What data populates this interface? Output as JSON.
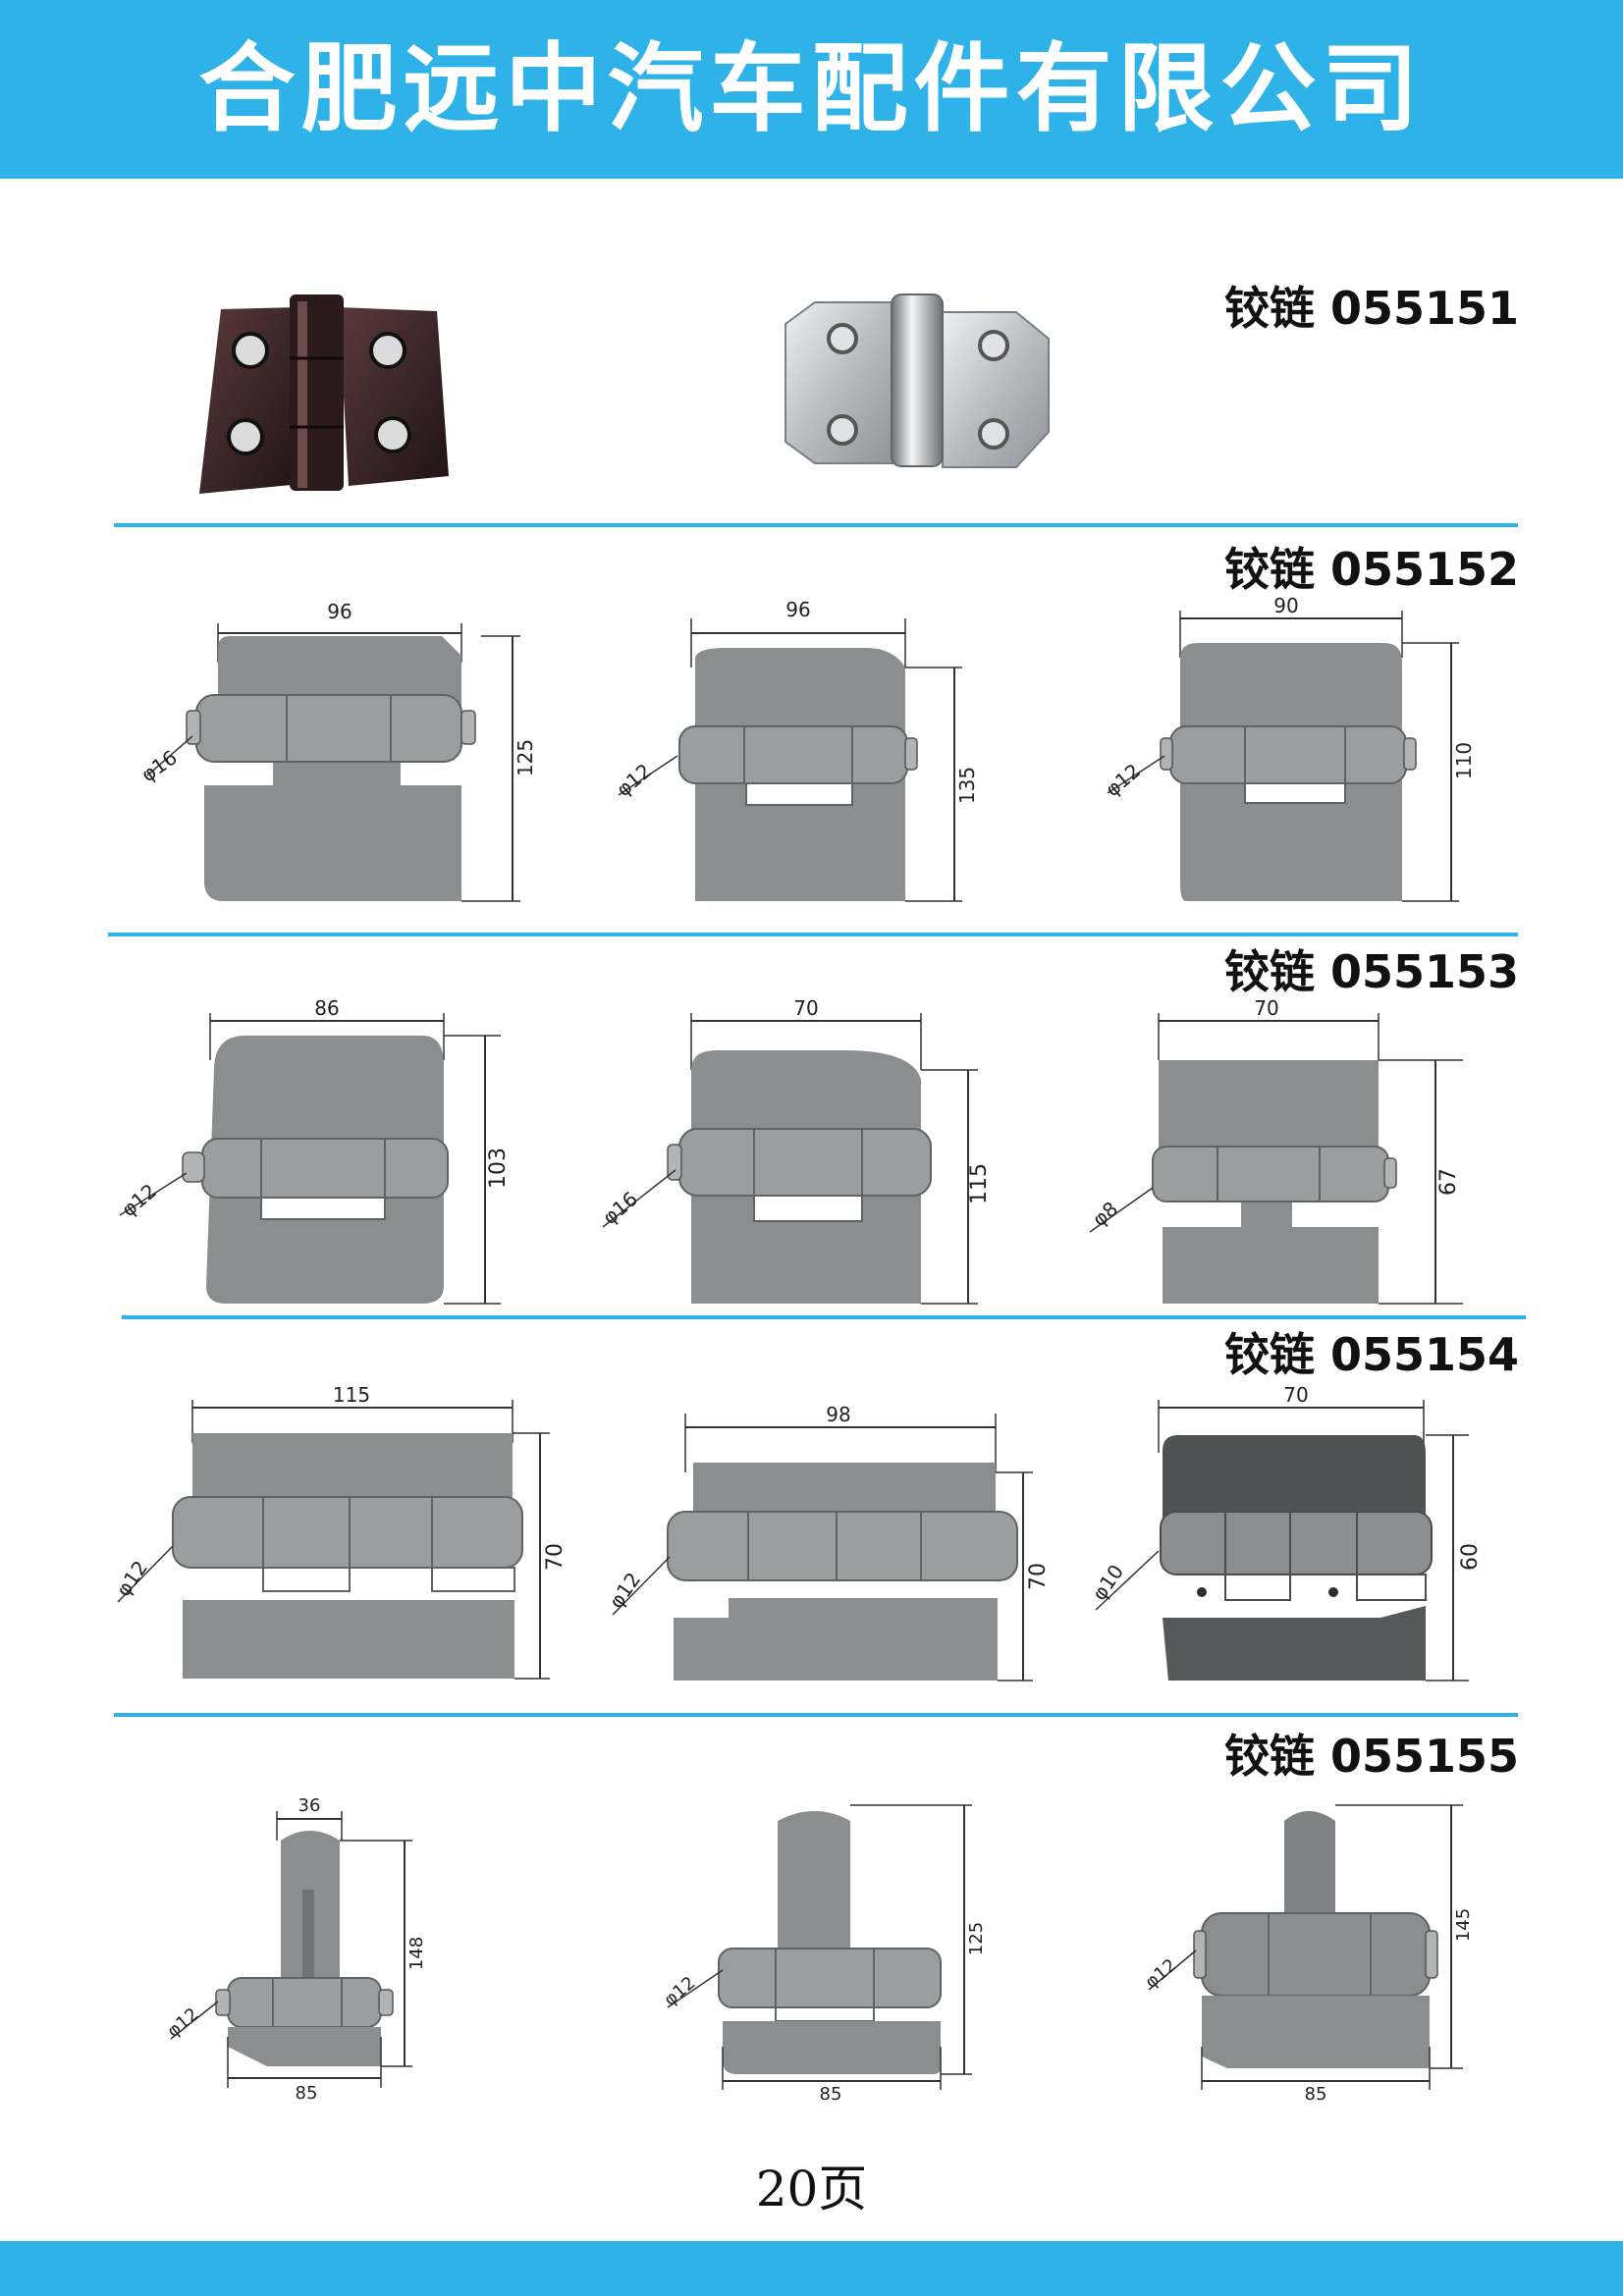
{
  "header": {
    "title": "合肥远中汽车配件有限公司"
  },
  "footer": {
    "page_number": "20页"
  },
  "colors": {
    "accent": "#2fb2e8",
    "hinge_grey": "#8a8e8e",
    "hinge_dark": "#3b2222",
    "steel": "#c9ccd0"
  },
  "sections": [
    {
      "model": "铰链 055151",
      "items": [
        {
          "kind": "photo",
          "name": "dark-plastic-hinge-photo"
        },
        {
          "kind": "photo",
          "name": "stainless-steel-hinge-photo"
        }
      ]
    },
    {
      "model": "铰链 055152",
      "items": [
        {
          "width_dim": "96",
          "height_dim": "125",
          "pin_dim": "φ16"
        },
        {
          "width_dim": "96",
          "height_dim": "135",
          "pin_dim": "φ12"
        },
        {
          "width_dim": "90",
          "height_dim": "110",
          "pin_dim": "φ12"
        }
      ]
    },
    {
      "model": "铰链 055153",
      "items": [
        {
          "width_dim": "86",
          "height_dim": "103",
          "pin_dim": "φ12"
        },
        {
          "width_dim": "70",
          "height_dim": "115",
          "pin_dim": "φ16"
        },
        {
          "width_dim": "70",
          "height_dim": "67",
          "pin_dim": "φ8"
        }
      ]
    },
    {
      "model": "铰链 055154",
      "items": [
        {
          "width_dim": "115",
          "height_dim": "70",
          "pin_dim": "φ12"
        },
        {
          "width_dim": "98",
          "height_dim": "70",
          "pin_dim": "φ12"
        },
        {
          "width_dim": "70",
          "height_dim": "60",
          "pin_dim": "φ10"
        }
      ]
    },
    {
      "model": "铰链 055155",
      "items": [
        {
          "top_dim": "36",
          "width_dim": "85",
          "height_dim": "148",
          "pin_dim": "φ12"
        },
        {
          "width_dim": "85",
          "height_dim": "125",
          "pin_dim": "φ12"
        },
        {
          "width_dim": "85",
          "height_dim": "145",
          "pin_dim": "φ12"
        }
      ]
    }
  ]
}
